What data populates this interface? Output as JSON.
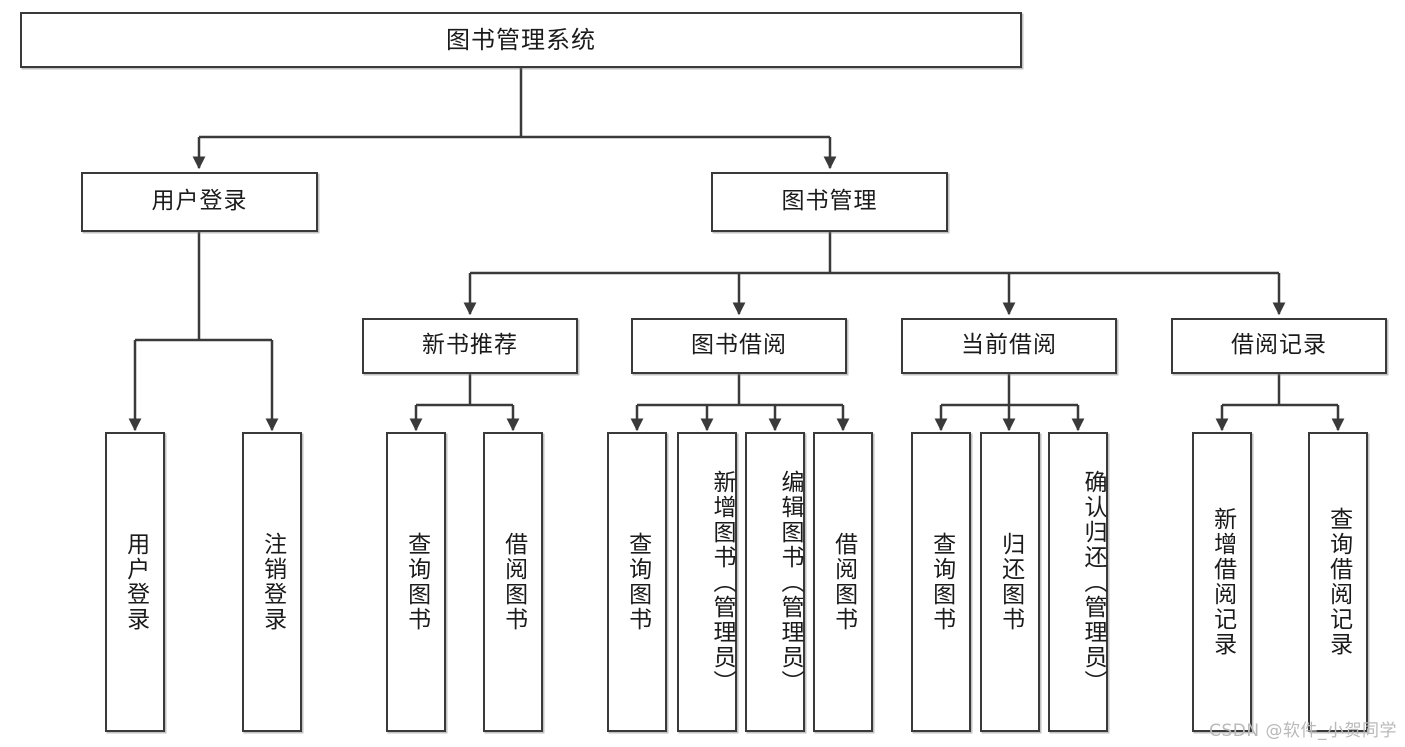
{
  "diagram": {
    "title": "图书管理系统",
    "watermark": "CSDN @软件_小贺同学",
    "stroke_color": "#3a3a3a",
    "text_color": "#1b1b1b",
    "background_color": "#ffffff",
    "nodes": {
      "root": {
        "label": "图书管理系统"
      },
      "level2": [
        {
          "id": "user-login",
          "label": "用户登录"
        },
        {
          "id": "book-manage",
          "label": "图书管理"
        }
      ],
      "level3": [
        {
          "id": "new-book-recommend",
          "label": "新书推荐"
        },
        {
          "id": "book-borrow",
          "label": "图书借阅"
        },
        {
          "id": "current-borrow",
          "label": "当前借阅"
        },
        {
          "id": "borrow-record",
          "label": "借阅记录"
        }
      ],
      "leaves": {
        "user-login": [
          {
            "id": "leaf-user-login",
            "label": "用户登录"
          },
          {
            "id": "leaf-logout",
            "label": "注销登录"
          }
        ],
        "new-book-recommend": [
          {
            "id": "leaf-query-book-1",
            "label": "查询图书"
          },
          {
            "id": "leaf-borrow-book-1",
            "label": "借阅图书"
          }
        ],
        "book-borrow": [
          {
            "id": "leaf-query-book-2",
            "label": "查询图书"
          },
          {
            "id": "leaf-add-book",
            "label": "新增图书（管理员）"
          },
          {
            "id": "leaf-edit-book",
            "label": "编辑图书（管理员）"
          },
          {
            "id": "leaf-borrow-book-2",
            "label": "借阅图书"
          }
        ],
        "current-borrow": [
          {
            "id": "leaf-query-book-3",
            "label": "查询图书"
          },
          {
            "id": "leaf-return-book",
            "label": "归还图书"
          },
          {
            "id": "leaf-confirm-return",
            "label": "确认归还（管理员）"
          }
        ],
        "borrow-record": [
          {
            "id": "leaf-add-record",
            "label": "新增借阅记录"
          },
          {
            "id": "leaf-query-record",
            "label": "查询借阅记录"
          }
        ]
      }
    }
  }
}
